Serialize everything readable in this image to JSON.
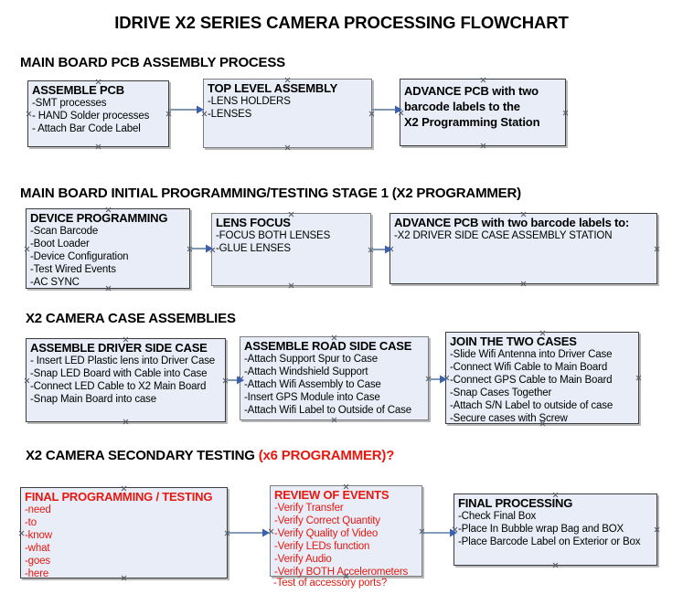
{
  "document": {
    "title": "IDRIVE X2  SERIES CAMERA PROCESSING FLOWCHART"
  },
  "colors": {
    "box_fill": "#e8edf7",
    "box_border": "#3c3c3c",
    "box_border_gray": "#7d7d7d",
    "accent_red": "#e8170f",
    "arrow": "#7f96b5",
    "arrowhead": "#3a60b0",
    "text": "#000000",
    "background": "#ffffff"
  },
  "sections": [
    {
      "id": "main-board-pcb-assembly-process",
      "heading": "MAIN BOARD PCB ASSEMBLY PROCESS",
      "heading_accent": "",
      "nodes": [
        {
          "id": "assemble-pcb",
          "title": "ASSEMBLE PCB",
          "title_red": false,
          "lines": [
            "-SMT processes",
            "- HAND Solder processes",
            "- Attach Bar Code Label"
          ],
          "lines_bold": false,
          "lines_red": false
        },
        {
          "id": "top-level-assembly",
          "title": "TOP LEVEL ASSEMBLY",
          "title_red": false,
          "lines": [
            "-LENS HOLDERS",
            "-LENSES"
          ],
          "lines_bold": false,
          "lines_red": false
        },
        {
          "id": "advance-pcb-to-x2-programming-station",
          "title": "ADVANCE PCB with two",
          "title_red": false,
          "lines": [
            "barcode labels to the",
            " X2 Programming Station"
          ],
          "lines_bold": true,
          "lines_red": false
        }
      ]
    },
    {
      "id": "main-board-initial-programming-testing-stage-1",
      "heading": "MAIN BOARD INITIAL PROGRAMMING/TESTING STAGE 1 (X2 PROGRAMMER)",
      "heading_accent": "",
      "nodes": [
        {
          "id": "device-programming",
          "title": "DEVICE PROGRAMMING",
          "title_red": false,
          "lines": [
            "-Scan Barcode",
            "-Boot Loader",
            "-Device Configuration",
            "-Test Wired Events",
            "-AC SYNC"
          ],
          "lines_bold": false,
          "lines_red": false
        },
        {
          "id": "lens-focus",
          "title": "LENS FOCUS",
          "title_red": false,
          "lines": [
            "-FOCUS BOTH LENSES",
            "-GLUE LENSES"
          ],
          "lines_bold": false,
          "lines_red": false
        },
        {
          "id": "advance-pcb-to-driver-side-case-assembly-station",
          "title": "ADVANCE PCB with two barcode labels to:",
          "title_red": false,
          "lines": [
            "-X2 DRIVER  SIDE  CASE  ASSEMBLY STATION"
          ],
          "lines_bold": false,
          "lines_red": false
        }
      ]
    },
    {
      "id": "x2-camera-case-assemblies",
      "heading": "X2 CAMERA CASE ASSEMBLIES",
      "heading_accent": "",
      "nodes": [
        {
          "id": "assemble-driver-side-case",
          "title": "ASSEMBLE DRIVER SIDE CASE",
          "title_red": false,
          "lines": [
            "- Insert LED Plastic lens into Driver Case",
            "-Snap LED Board with Cable into Case",
            "-Connect LED Cable to X2 Main Board",
            "-Snap Main Board into case"
          ],
          "lines_bold": false,
          "lines_red": false
        },
        {
          "id": "assemble-road-side-case",
          "title": "ASSEMBLE ROAD SIDE CASE",
          "title_red": false,
          "lines": [
            "-Attach Support Spur to Case",
            "-Attach Windshield Support",
            "-Attach Wifi Assembly to Case",
            "-Insert GPS Module into Case",
            "-Attach Wifi Label to Outside of Case"
          ],
          "lines_bold": false,
          "lines_red": false
        },
        {
          "id": "join-the-two-cases",
          "title": "JOIN THE TWO CASES",
          "title_red": false,
          "lines": [
            "-Slide Wifi Antenna into Driver Case",
            "-Connect Wifi Cable to Main Board",
            "-Connect GPS Cable to Main Board",
            "-Snap Cases Together",
            "-Attach S/N Label to outside of case",
            "-Secure cases with Screw"
          ],
          "lines_bold": false,
          "lines_red": false
        }
      ]
    },
    {
      "id": "x2-camera-secondary-testing",
      "heading": "X2 CAMERA SECONDARY TESTING ",
      "heading_accent": "(x6 PROGRAMMER)?",
      "nodes": [
        {
          "id": "final-programming-testing",
          "title": "FINAL PROGRAMMING / TESTING",
          "title_red": true,
          "lines": [
            "-need",
            "-to",
            "-know",
            "-what",
            "-goes",
            "-here"
          ],
          "lines_bold": false,
          "lines_red": true
        },
        {
          "id": "review-of-events",
          "title": "REVIEW OF EVENTS",
          "title_red": true,
          "lines": [
            "-Verify Transfer",
            "-Verify Correct Quantity",
            "-Verify Quality of Video",
            "-Verify LEDs function",
            "-Verify Audio",
            "-Verify BOTH Accelerometers"
          ],
          "lines_bold": false,
          "lines_red": true,
          "overflow_line": "-Test of accessory ports?"
        },
        {
          "id": "final-processing",
          "title": "FINAL PROCESSING",
          "title_red": false,
          "lines": [
            " -Check Final Box",
            "-Place In Bubble wrap Bag and BOX",
            "-Place Barcode Label on Exterior or Box"
          ],
          "lines_bold": false,
          "lines_red": false
        }
      ]
    }
  ],
  "connectors": [
    {
      "id": "assemble-pcb-to-top-level-assembly",
      "label": "arrow-right"
    },
    {
      "id": "top-level-assembly-to-advance-pcb",
      "label": "arrow-right"
    },
    {
      "id": "device-programming-to-lens-focus",
      "label": "arrow-right"
    },
    {
      "id": "lens-focus-to-advance-pcb",
      "label": "arrow-right"
    },
    {
      "id": "driver-side-case-to-road-side-case",
      "label": "arrow-right"
    },
    {
      "id": "road-side-case-to-join-the-two-cases",
      "label": "arrow-right"
    },
    {
      "id": "final-programming-to-review-of-events",
      "label": "arrow-right"
    },
    {
      "id": "review-of-events-to-final-processing",
      "label": "arrow-right"
    }
  ]
}
